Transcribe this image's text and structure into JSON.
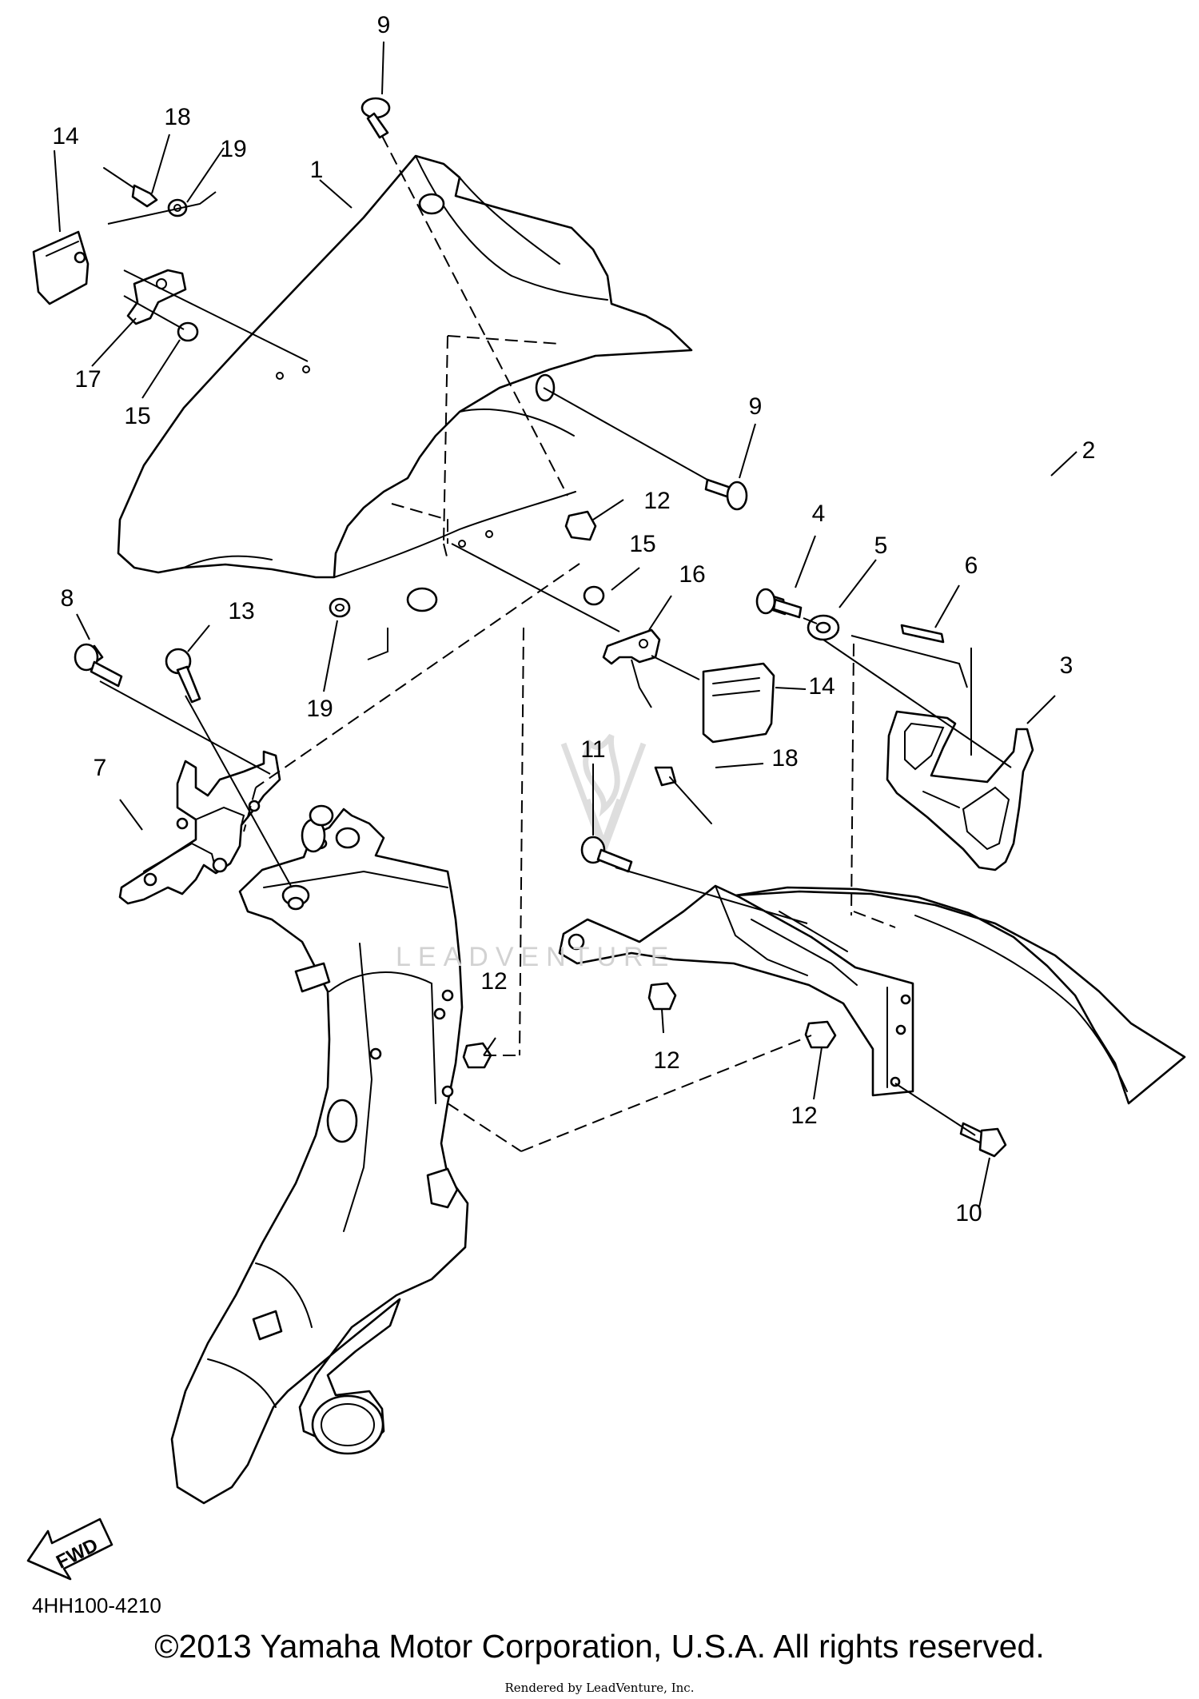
{
  "diagram": {
    "code": "4HH100-4210",
    "copyright": "©2013 Yamaha Motor Corporation, U.S.A. All rights reserved.",
    "rendered_by": "Rendered by LeadVenture, Inc.",
    "watermark": "LEADVENTURE",
    "fwd_label": "FWD",
    "callouts": [
      "1",
      "2",
      "3",
      "4",
      "5",
      "6",
      "7",
      "8",
      "9",
      "9",
      "10",
      "11",
      "12",
      "12",
      "12",
      "12",
      "13",
      "14",
      "14",
      "15",
      "15",
      "16",
      "17",
      "18",
      "18",
      "19",
      "19"
    ]
  }
}
